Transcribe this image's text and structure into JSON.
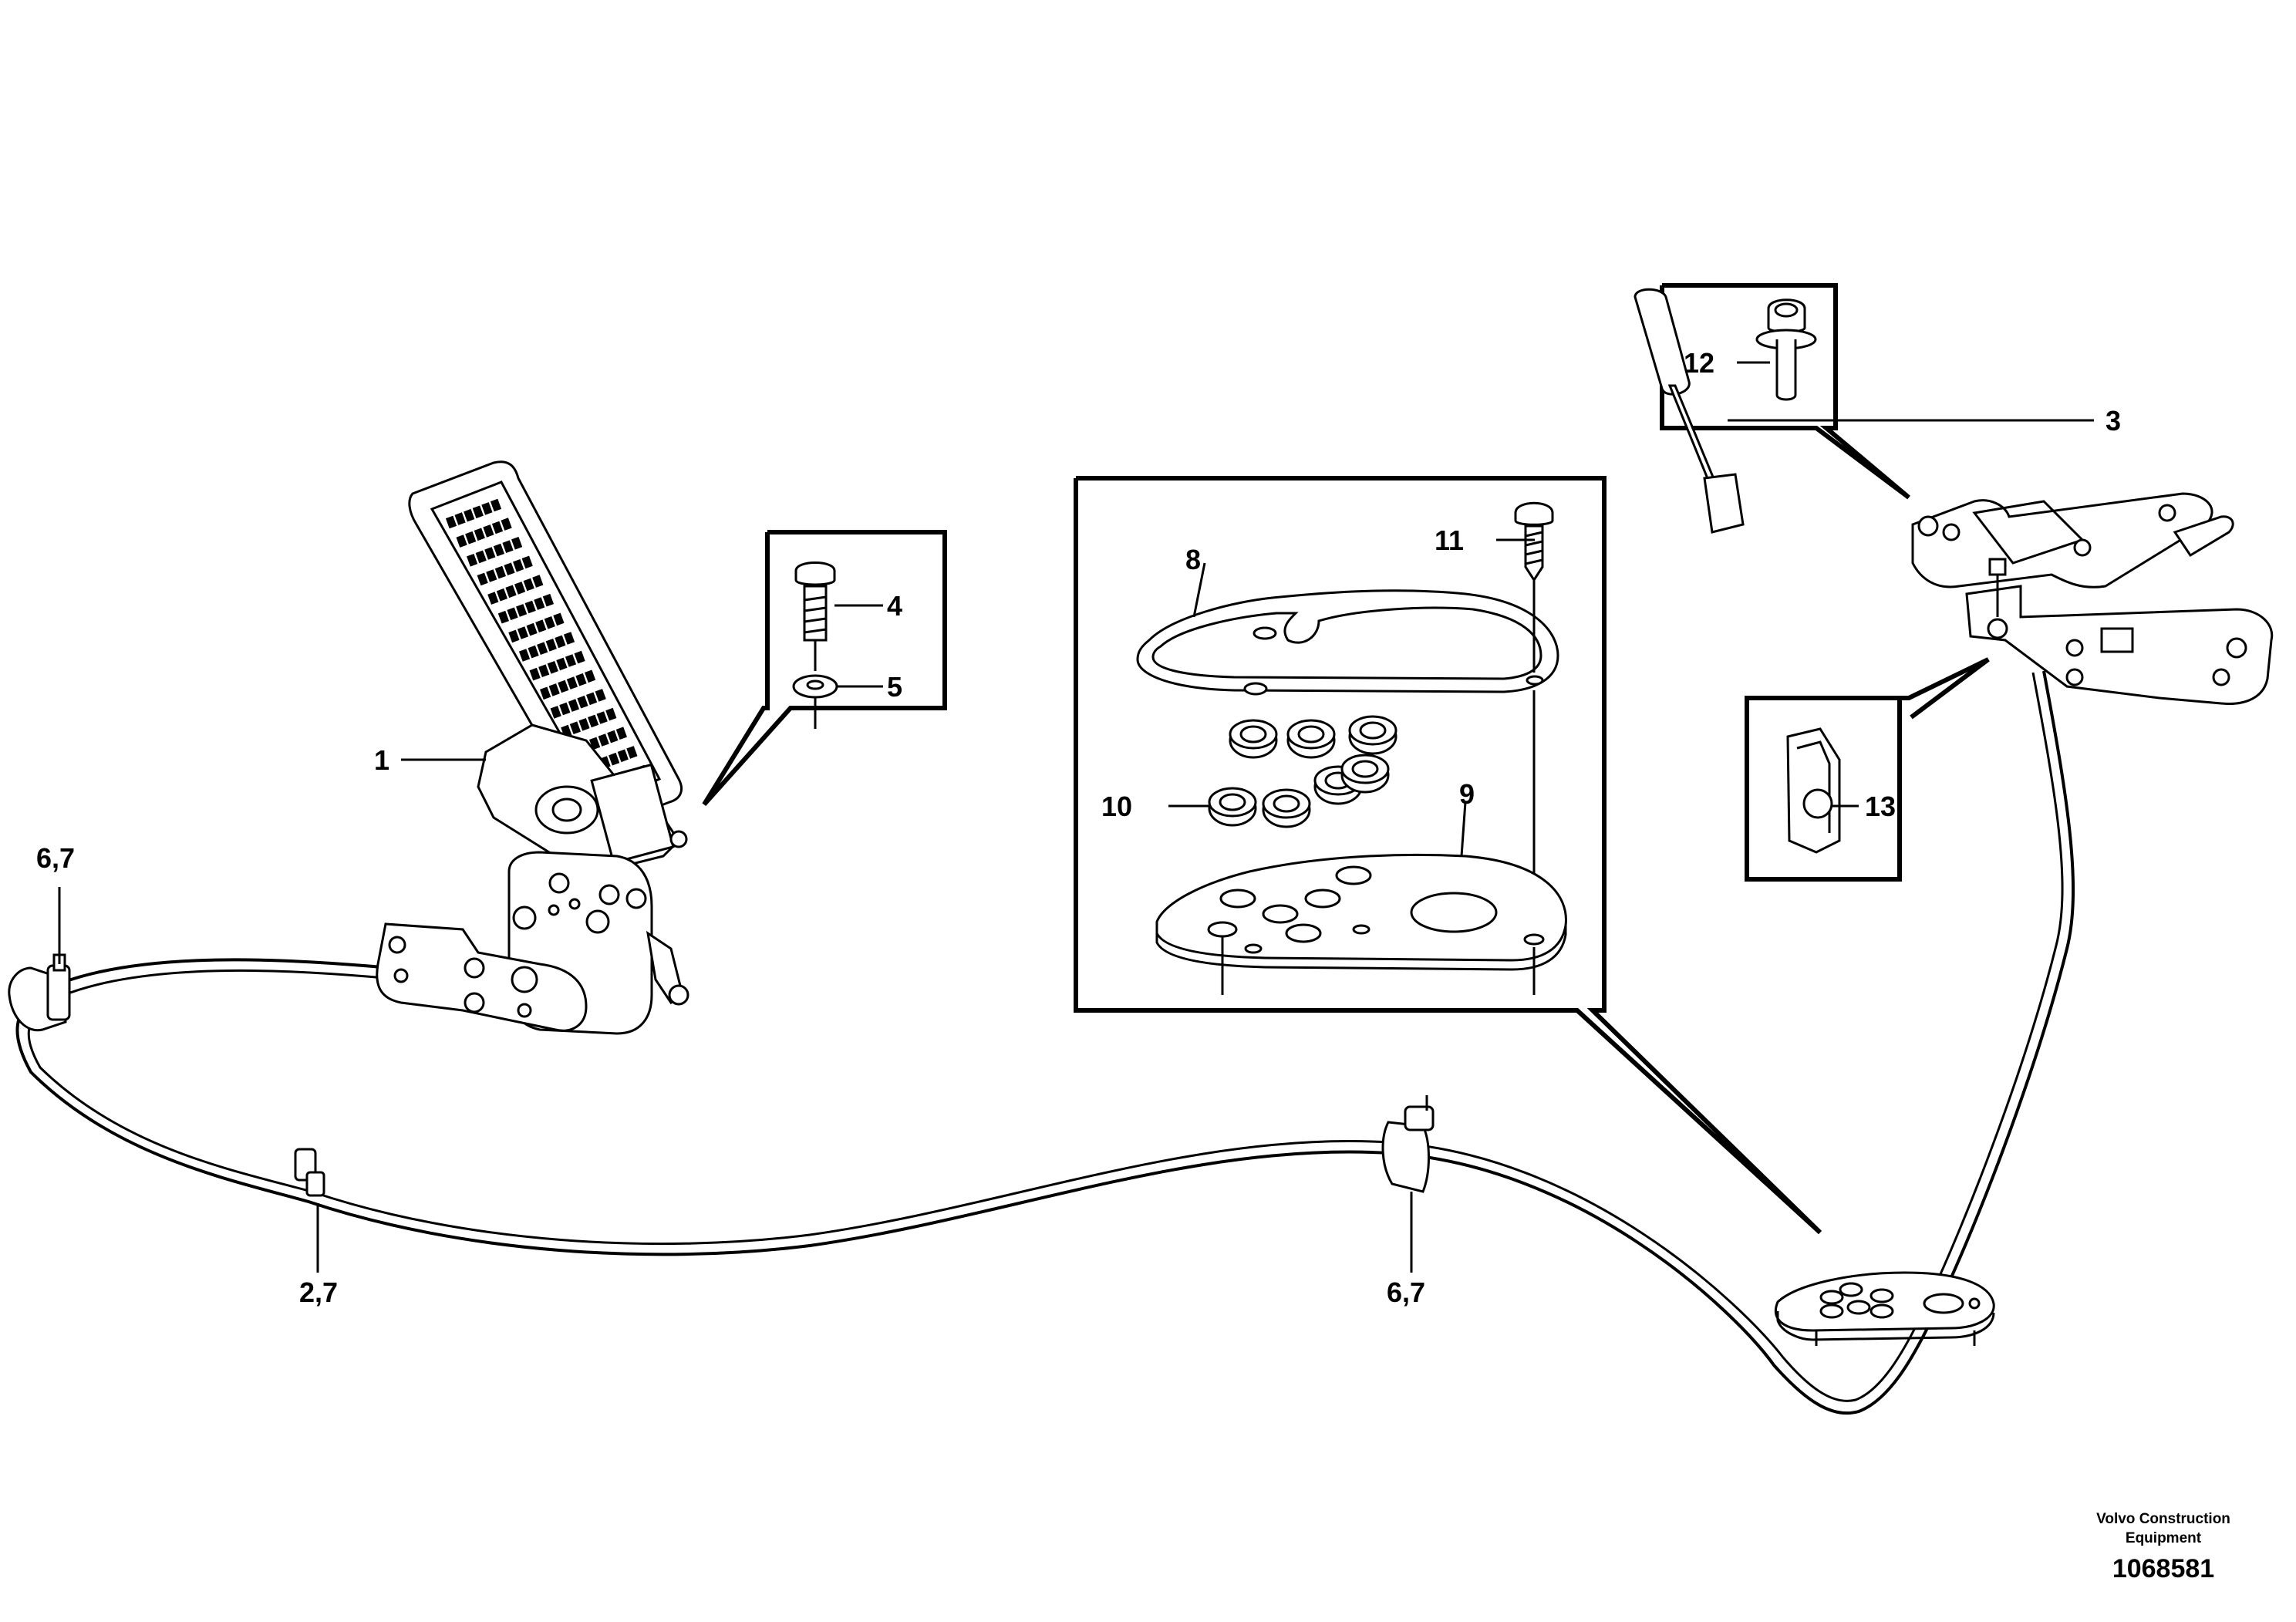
{
  "labels": {
    "l1": "1",
    "l3": "3",
    "l4": "4",
    "l5": "5",
    "l8": "8",
    "l9": "9",
    "l10": "10",
    "l11": "11",
    "l12": "12",
    "l13": "13",
    "l67a": "6,7",
    "l27": "2,7",
    "l67b": "6,7"
  },
  "footer": {
    "company_line1": "Volvo Construction",
    "company_line2": "Equipment",
    "drawing_number": "1068581"
  }
}
